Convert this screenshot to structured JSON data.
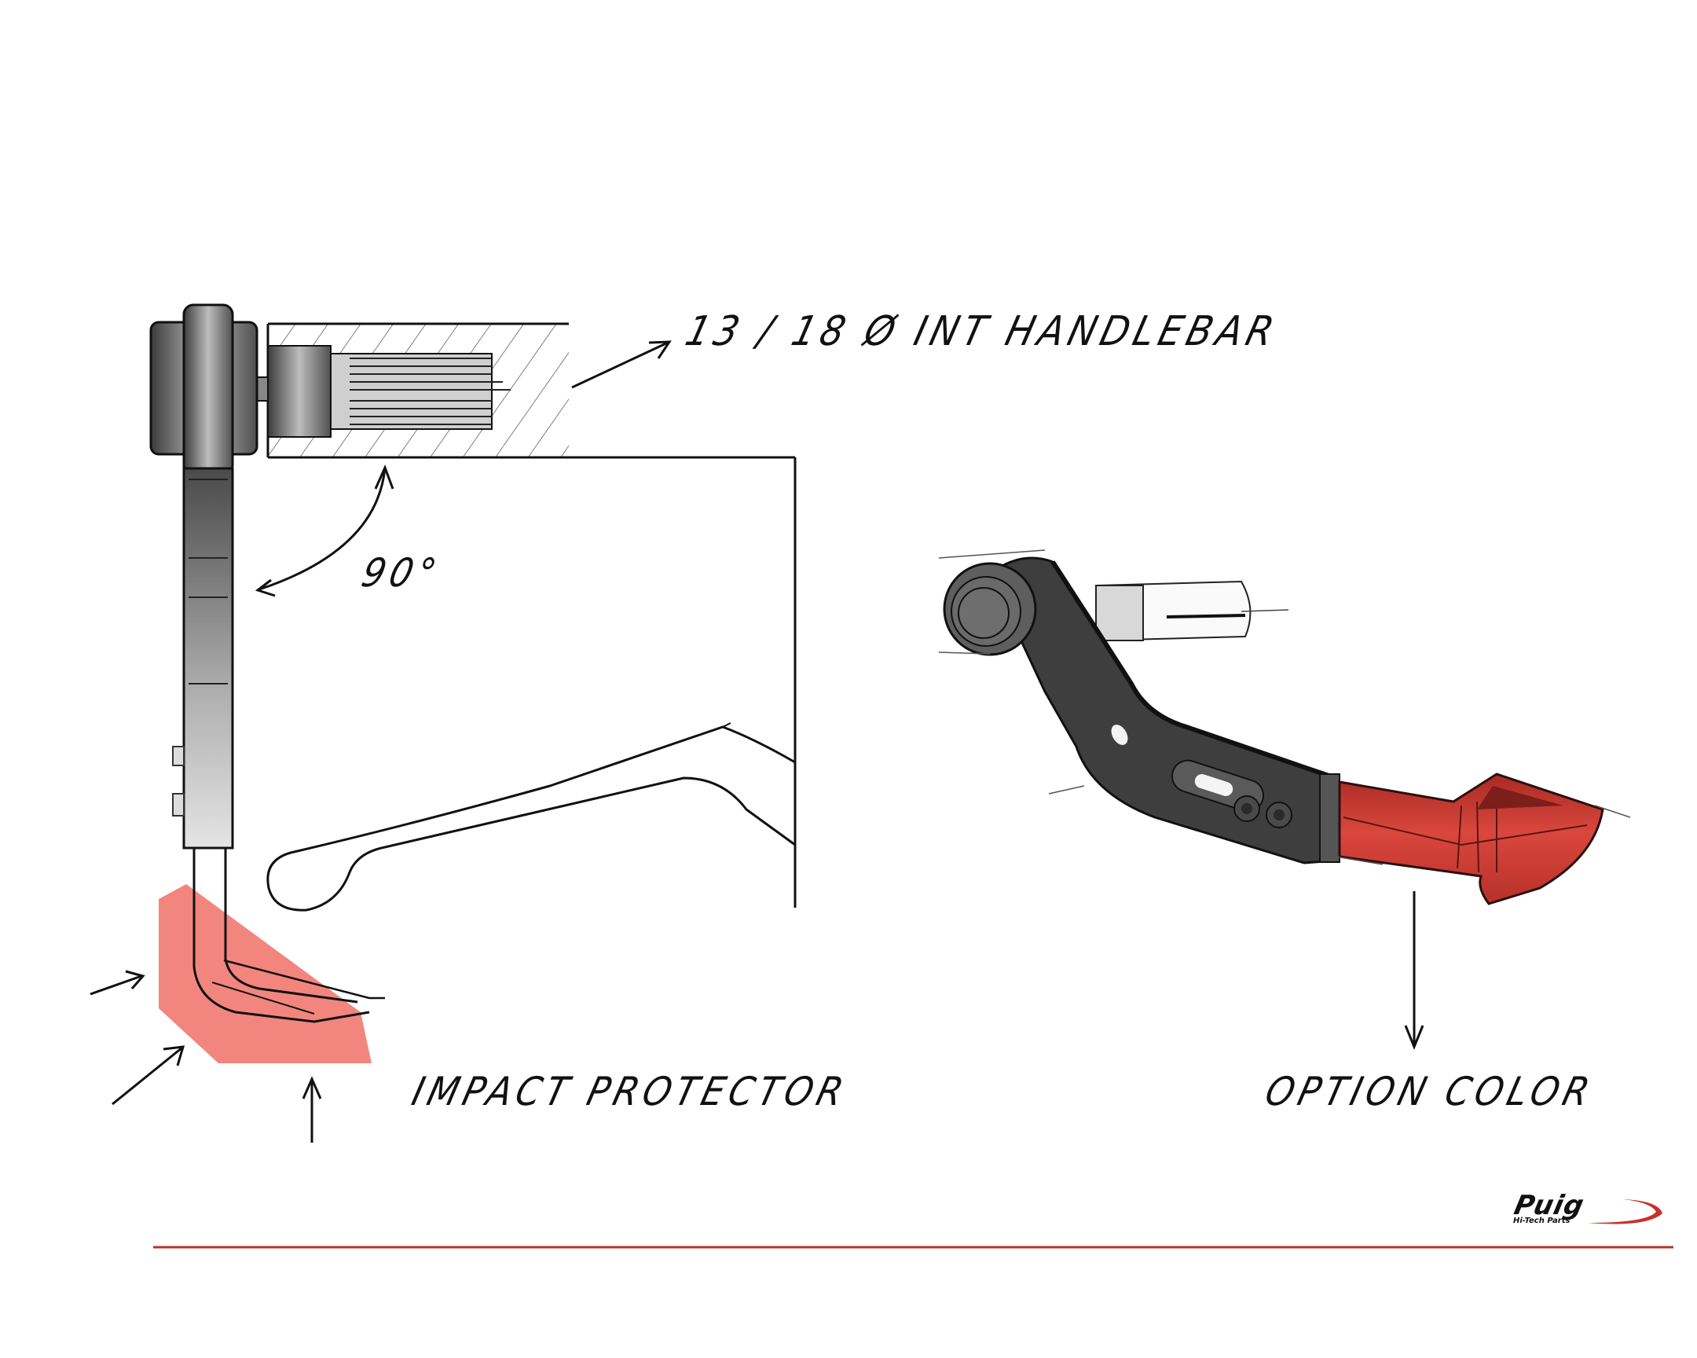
{
  "labels": {
    "handlebar": "13 / 18 Ø INT HANDLEBAR",
    "angle": "90°",
    "impact": "IMPACT PROTECTOR",
    "option": "OPTION COLOR"
  },
  "logo": {
    "brand": "Puig",
    "tagline": "Hi-Tech Parts"
  },
  "colors": {
    "protector_highlight": "#f2867e",
    "option_red": "#c9352e",
    "lever_gray": "#5a5a5a",
    "rule_line": "#b8322a"
  }
}
